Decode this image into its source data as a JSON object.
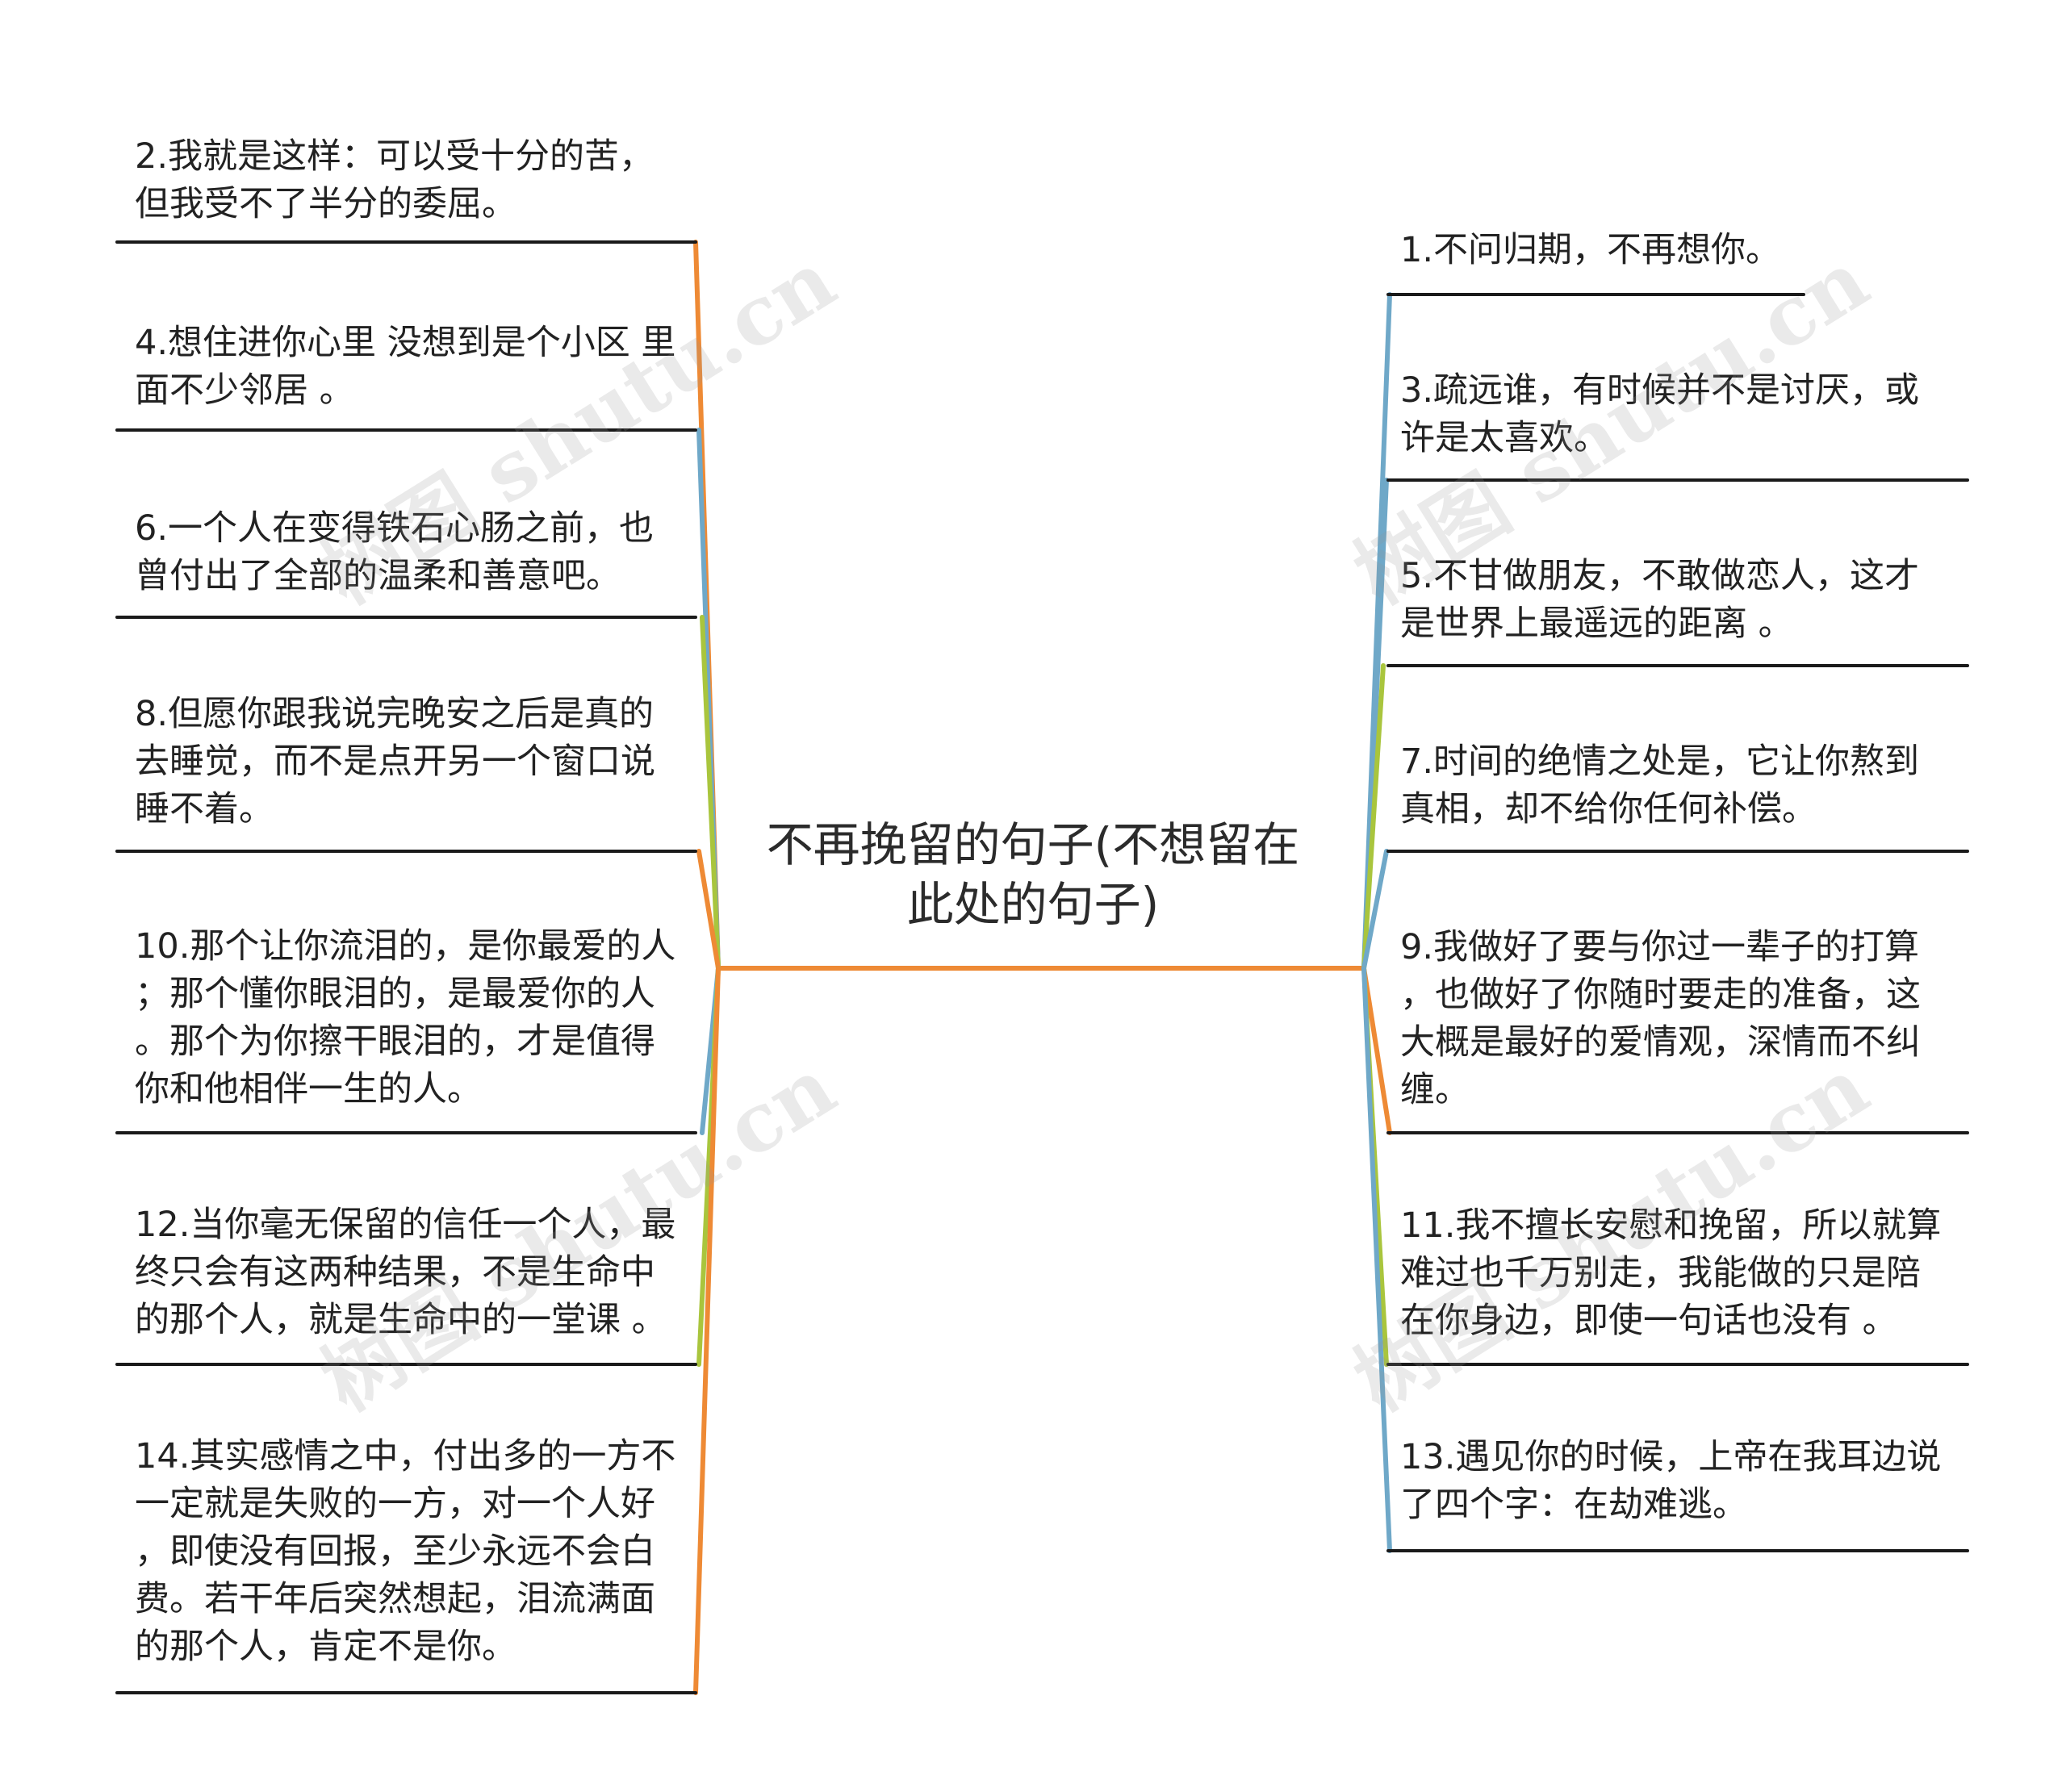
{
  "root": {
    "text": "不再挽留的句子(不想留在\n此处的句子)"
  },
  "left": [
    {
      "text": "2.我就是这样：可以受十分的苦，\n但我受不了半分的委屈。"
    },
    {
      "text": "4.想住进你心里 没想到是个小区 里\n面不少邻居 。"
    },
    {
      "text": "6.一个人在变得铁石心肠之前，也\n曾付出了全部的温柔和善意吧。"
    },
    {
      "text": "8.但愿你跟我说完晚安之后是真的\n去睡觉，而不是点开另一个窗口说\n睡不着。"
    },
    {
      "text": "10.那个让你流泪的，是你最爱的人\n；那个懂你眼泪的，是最爱你的人\n。那个为你擦干眼泪的，才是值得\n你和他相伴一生的人。"
    },
    {
      "text": "12.当你毫无保留的信任一个人，最\n终只会有这两种结果，不是生命中\n的那个人，就是生命中的一堂课 。"
    },
    {
      "text": "14.其实感情之中，付出多的一方不\n一定就是失败的一方，对一个人好\n，即使没有回报，至少永远不会白\n费。若干年后突然想起，泪流满面\n的那个人，肯定不是你。"
    }
  ],
  "right": [
    {
      "text": "1.不问归期，不再想你。"
    },
    {
      "text": "3.疏远谁，有时候并不是讨厌，或\n许是太喜欢。"
    },
    {
      "text": "5.不甘做朋友，不敢做恋人，这才\n是世界上最遥远的距离 。"
    },
    {
      "text": "7.时间的绝情之处是，它让你熬到\n真相，却不给你任何补偿。"
    },
    {
      "text": "9.我做好了要与你过一辈子的打算\n，也做好了你随时要走的准备，这\n大概是最好的爱情观，深情而不纠\n缠。"
    },
    {
      "text": "11.我不擅长安慰和挽留，所以就算\n难过也千万别走，我能做的只是陪\n在你身边，即使一句话也没有 。"
    },
    {
      "text": "13.遇见你的时候，上帝在我耳边说\n了四个字：在劫难逃。"
    }
  ],
  "watermarks": [
    "树图 shutu.cn",
    "树图 shutu.cn",
    "树图 shutu.cn",
    "树图 shutu.cn"
  ],
  "colors": {
    "orange": "#ee8a35",
    "blue": "#6fa8c8",
    "green": "#a9c53d",
    "underline": "#1a1a1a",
    "text": "#222222"
  }
}
